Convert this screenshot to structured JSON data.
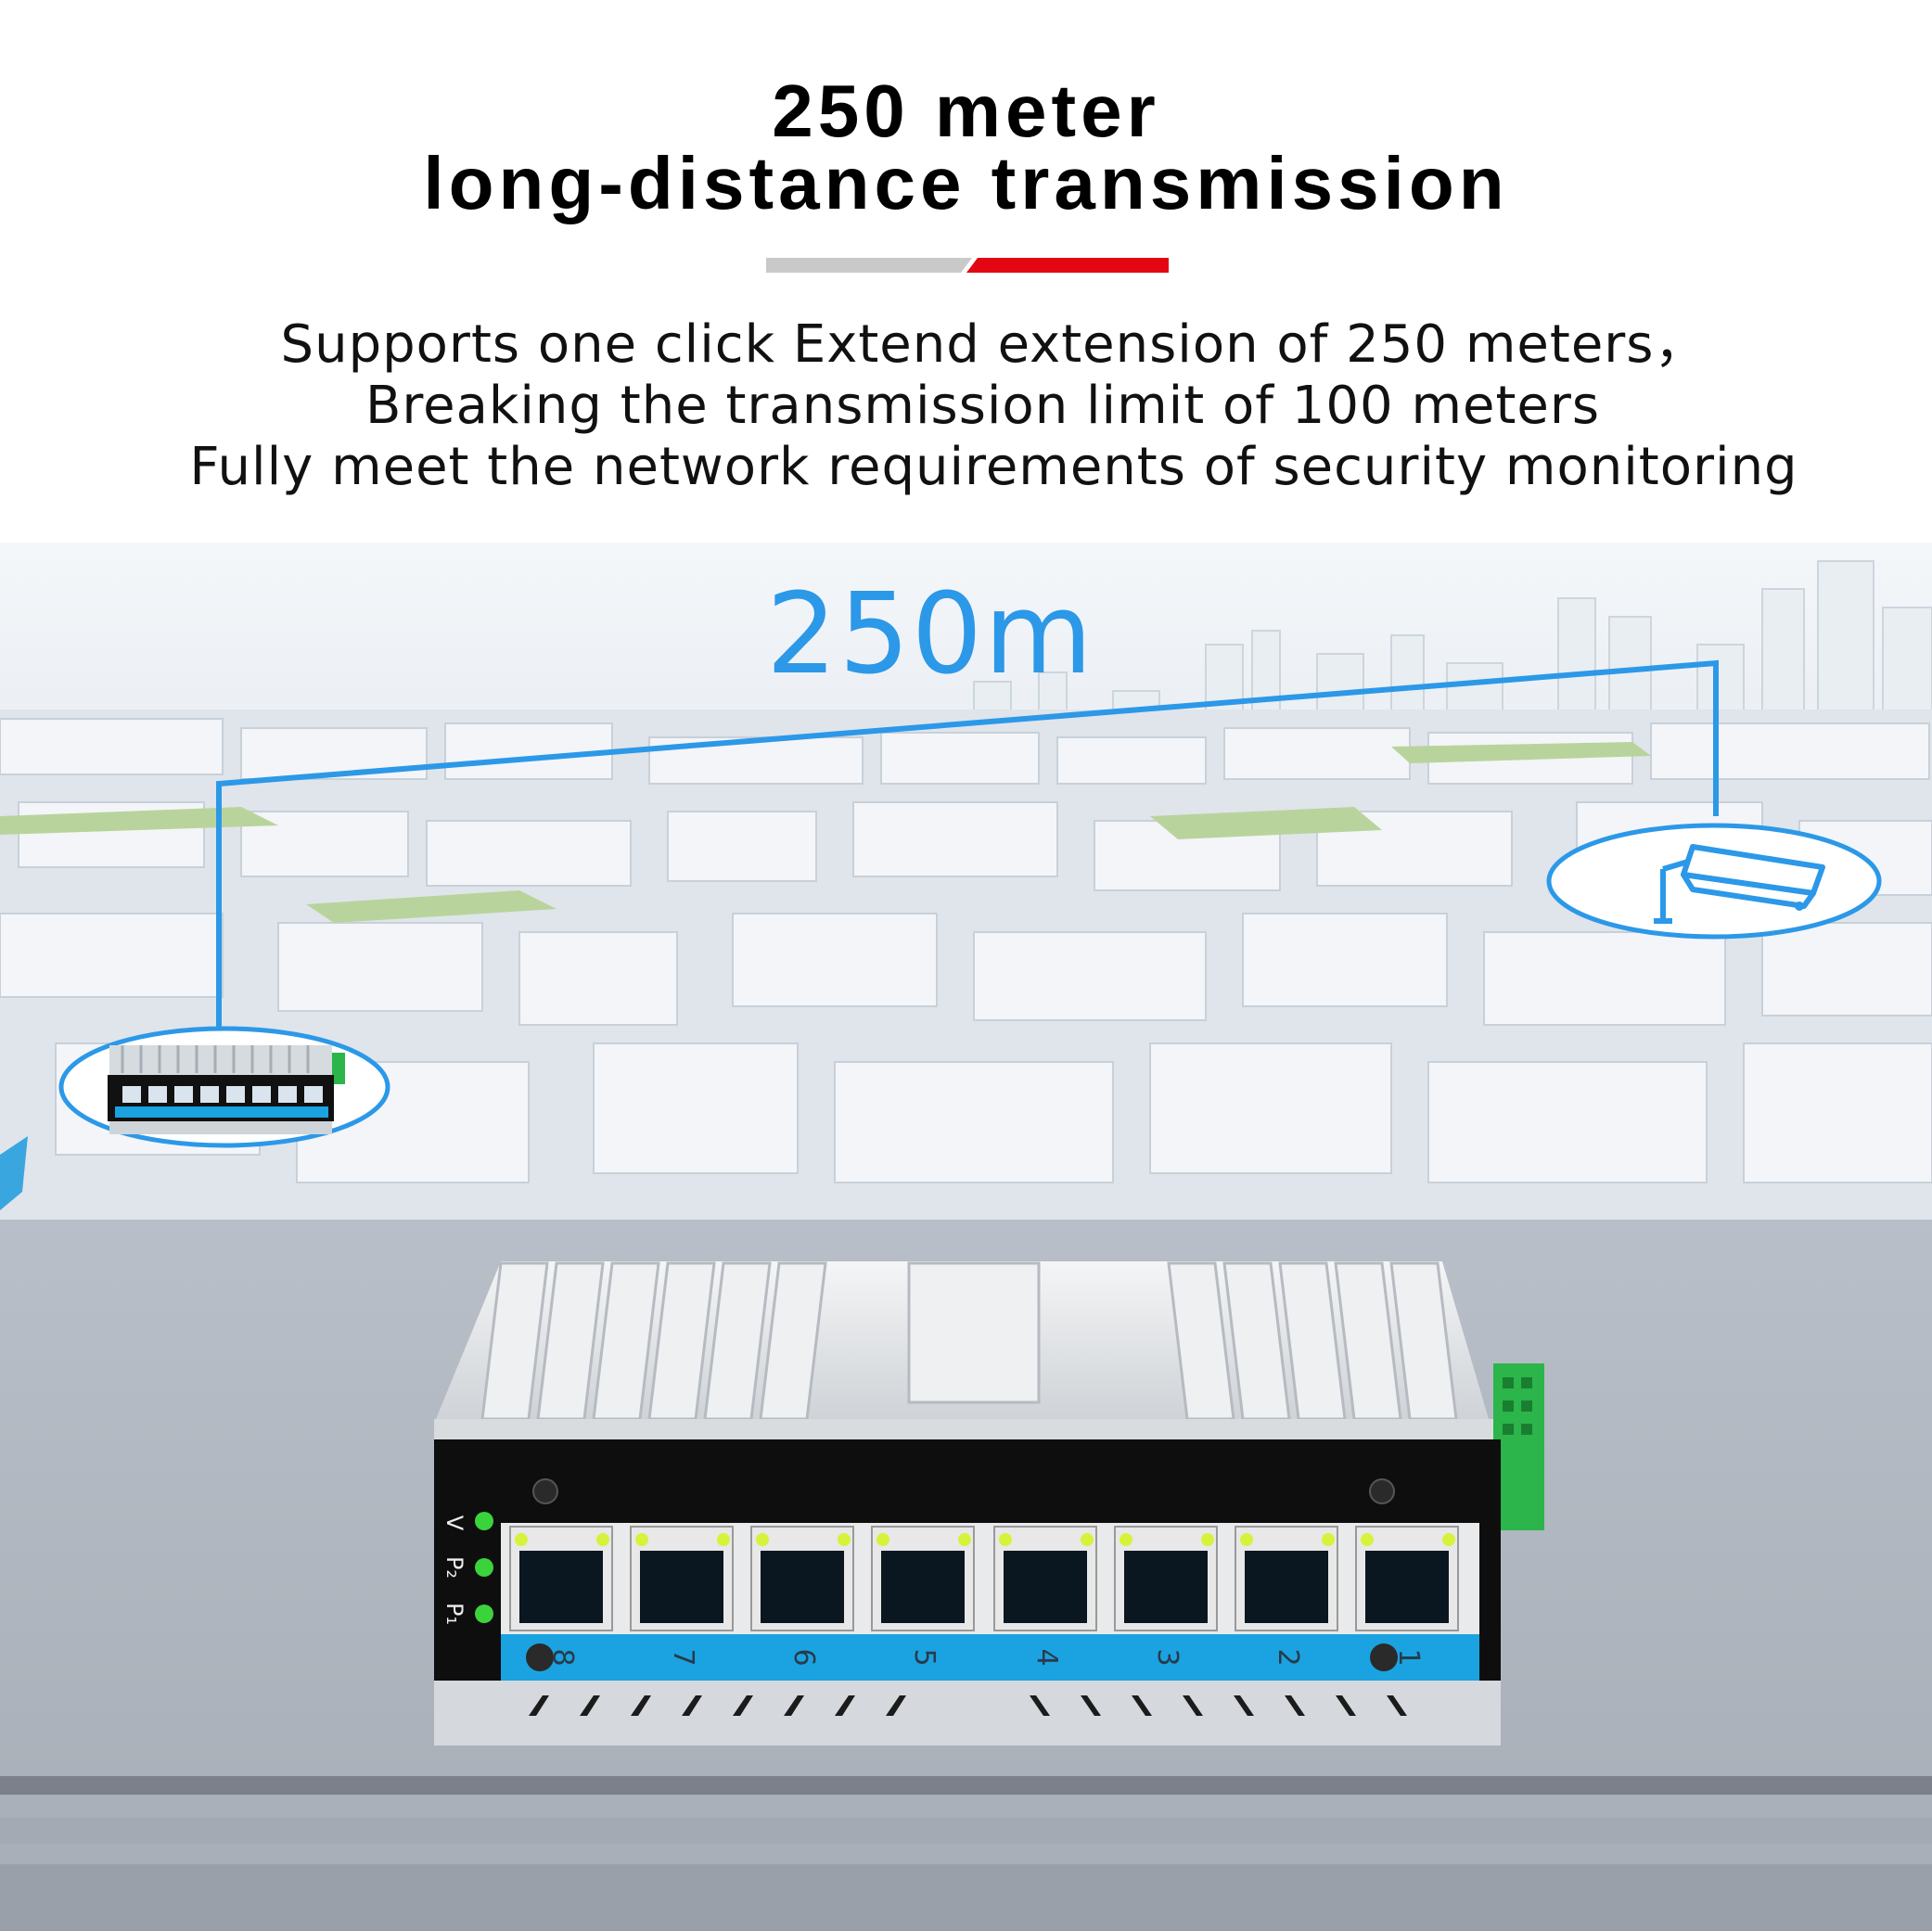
{
  "header": {
    "title_line1": "250 meter",
    "title_line2": "long-distance transmission",
    "desc_line1": "Supports one click Extend extension of 250 meters，",
    "desc_line2": "Breaking the transmission limit of 100 meters",
    "desc_line3": "Fully meet the network requirements of security monitoring"
  },
  "diagram": {
    "distance_label": "250m",
    "source_icon": "network-switch-icon",
    "destination_icon": "security-camera-icon"
  },
  "device": {
    "led_labels": [
      "V",
      "P₂",
      "P₁"
    ],
    "port_numbers": [
      "8",
      "7",
      "6",
      "5",
      "4",
      "3",
      "2",
      "1"
    ]
  },
  "colors": {
    "accent_blue": "#2c98e8",
    "accent_red": "#e30613",
    "divider_gray": "#c9c9c9",
    "port_strip": "#1aa3e0",
    "led_green": "#3bd33b",
    "terminal_green": "#2bb54a"
  }
}
